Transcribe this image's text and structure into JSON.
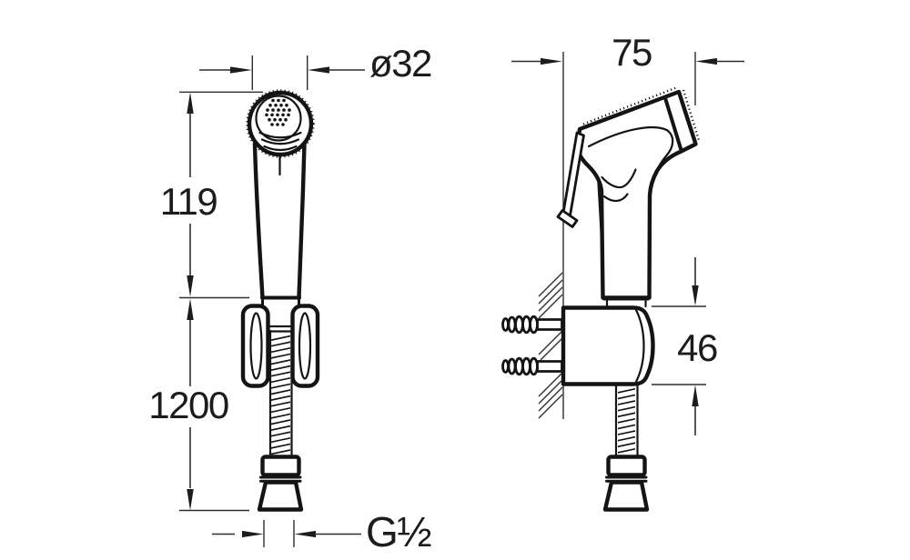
{
  "drawing": {
    "type": "technical-dimension-drawing",
    "subject": "hand-spray with wall holder and hose, front and side views",
    "background": "#ffffff",
    "ink": "#141414"
  },
  "dims": {
    "diameter": "ø32",
    "head_length": "119",
    "hose_length": "1200",
    "thread": "G½",
    "depth": "75",
    "bracket_height": "46"
  }
}
